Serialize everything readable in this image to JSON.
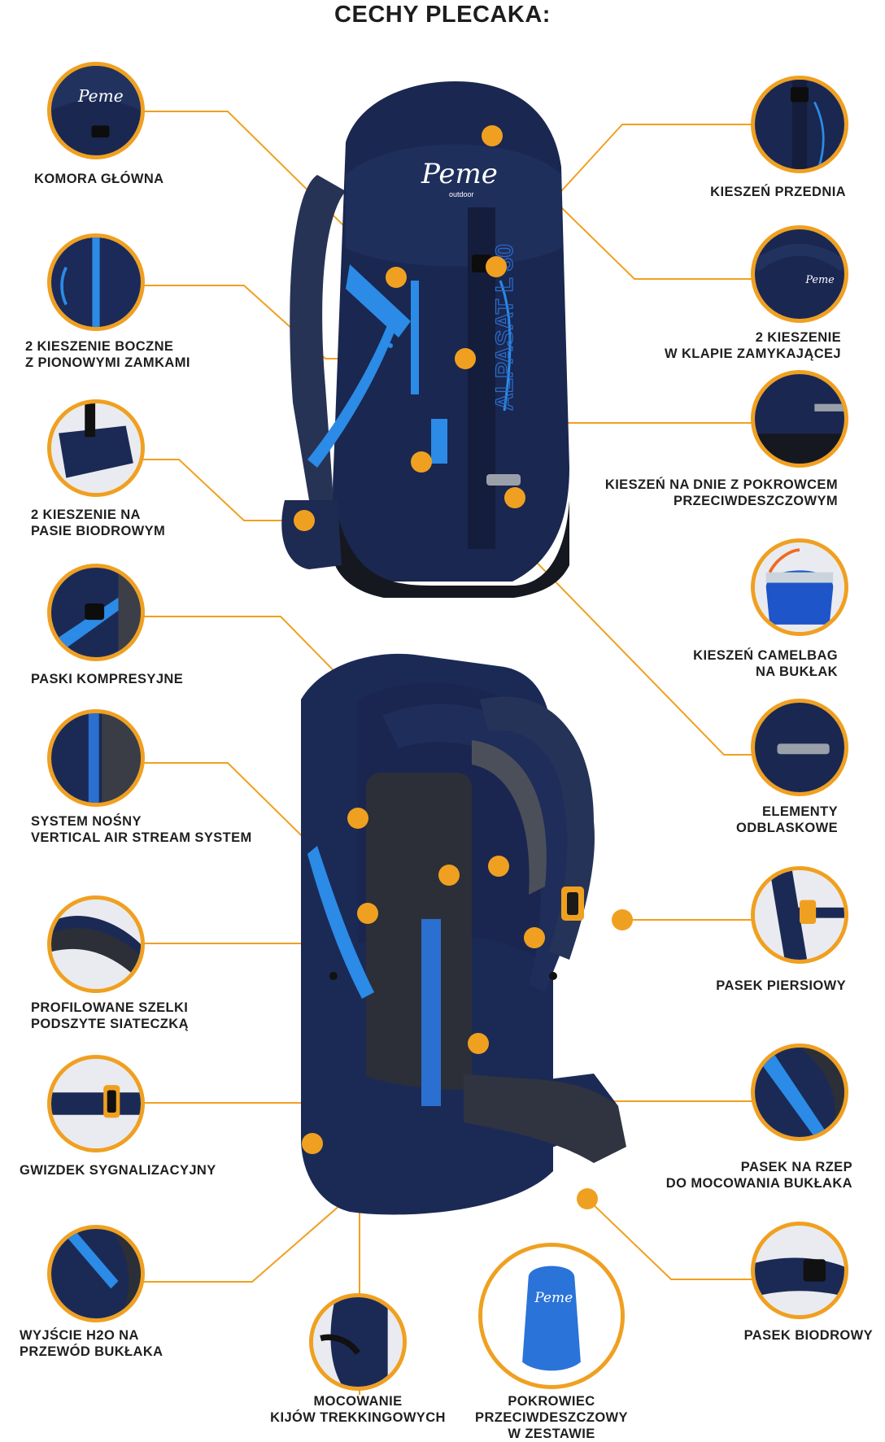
{
  "title": "CECHY PLECAKA:",
  "brand_mark": "Peme",
  "brand_sub": "outdoor",
  "model_text": "ALPASAT L 30",
  "colors": {
    "accent": "#f0a020",
    "navy": "#1a2750",
    "blue": "#1e6fd6",
    "text": "#1f1f1f"
  },
  "features": [
    {
      "id": "komora-glowna",
      "lines": [
        "KOMORA GŁÓWNA"
      ]
    },
    {
      "id": "kieszen-przednia",
      "lines": [
        "KIESZEŃ PRZEDNIA"
      ]
    },
    {
      "id": "kieszenie-boczne",
      "lines": [
        "2 KIESZENIE BOCZNE",
        "Z PIONOWYMI ZAMKAMI"
      ]
    },
    {
      "id": "kieszenie-klapa",
      "lines": [
        "2 KIESZENIE",
        "W KLAPIE ZAMYKAJĄCEJ"
      ]
    },
    {
      "id": "kieszen-dno",
      "lines": [
        "KIESZEŃ NA DNIE Z POKROWCEM",
        "PRZECIWDESZCZOWYM"
      ]
    },
    {
      "id": "kieszenie-pas",
      "lines": [
        "2 KIESZENIE NA",
        "PASIE BIODROWYM"
      ]
    },
    {
      "id": "camelbag",
      "lines": [
        "KIESZEŃ CAMELBAG",
        "NA BUKŁAK"
      ]
    },
    {
      "id": "paski-kompresyjne",
      "lines": [
        "PASKI KOMPRESYJNE"
      ]
    },
    {
      "id": "elementy-odblaskowe",
      "lines": [
        "ELEMENTY",
        "ODBLASKOWE"
      ]
    },
    {
      "id": "system-nosny",
      "lines": [
        "SYSTEM NOŚNY",
        "VERTICAL AIR STREAM SYSTEM"
      ]
    },
    {
      "id": "pasek-piersiowy",
      "lines": [
        "PASEK PIERSIOWY"
      ]
    },
    {
      "id": "szelki",
      "lines": [
        "PROFILOWANE SZELKI",
        "PODSZYTE SIATECZKĄ"
      ]
    },
    {
      "id": "gwizdek",
      "lines": [
        "GWIZDEK SYGNALIZACYJNY"
      ]
    },
    {
      "id": "pasek-rzep",
      "lines": [
        "PASEK NA RZEP",
        "DO MOCOWANIA BUKŁAKA"
      ]
    },
    {
      "id": "wyjscie-h2o",
      "lines": [
        "WYJŚCIE H2O NA",
        "PRZEWÓD BUKŁAKA"
      ]
    },
    {
      "id": "pasek-biodrowy",
      "lines": [
        "PASEK BIODROWY"
      ]
    },
    {
      "id": "mocowanie-kijow",
      "lines": [
        "MOCOWANIE",
        "KIJÓW TREKKINGOWYCH"
      ]
    },
    {
      "id": "pokrowiec",
      "lines": [
        "POKROWIEC",
        "PRZECIWDESZCZOWY",
        "W ZESTAWIE"
      ]
    }
  ]
}
